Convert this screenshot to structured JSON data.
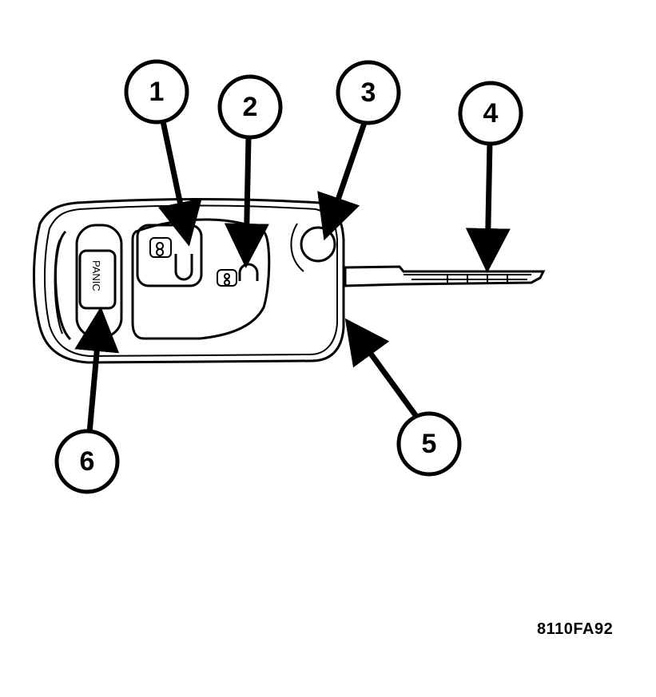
{
  "diagram": {
    "figure_id": "8110FA92",
    "panic_button_label": "PANIC",
    "callouts": [
      {
        "number": "1",
        "target": "lock-button"
      },
      {
        "number": "2",
        "target": "unlock-button"
      },
      {
        "number": "3",
        "target": "key-release-button"
      },
      {
        "number": "4",
        "target": "key-blade"
      },
      {
        "number": "5",
        "target": "fob-housing"
      },
      {
        "number": "6",
        "target": "panic-button"
      }
    ]
  },
  "icons": [
    "lock-icon",
    "unlock-icon",
    "arrow-icon"
  ],
  "colors": {
    "ink": "#000000",
    "paper": "#ffffff"
  }
}
